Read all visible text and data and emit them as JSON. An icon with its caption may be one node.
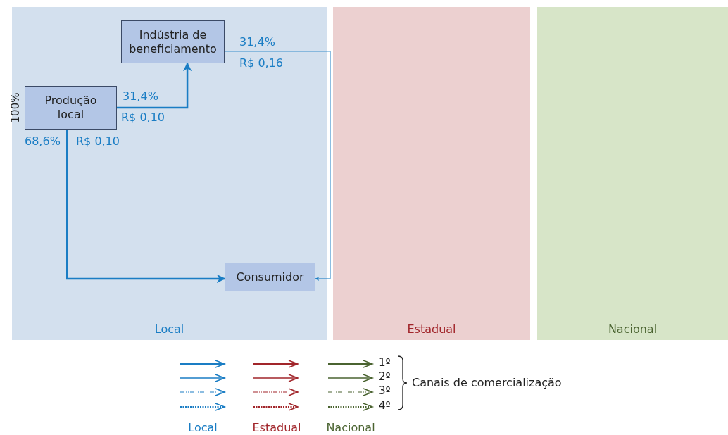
{
  "diagram": {
    "nodes": [
      {
        "text": [
          "Local"
        ]
      },
      {
        "text": [
          "Estadual"
        ]
      },
      {
        "text": [
          "Nacional"
        ]
      },
      {
        "text": [
          "Produção local"
        ],
        "in": 0,
        "beside": [
          "100%"
        ]
      },
      {
        "text": [
          "Indústria de beneficiamento"
        ],
        "in": 0
      },
      {
        "text": [
          "Consumidor"
        ],
        "in": 0
      }
    ],
    "edges": [
      {
        "from": 3,
        "to": 4,
        "arrow": "to"
      },
      {
        "from": 3,
        "to": 5,
        "arrow": "to"
      },
      {
        "from": 4,
        "to": 5,
        "arrow": "to"
      }
    ],
    "labels": [
      "31,4%",
      "R$ 0,16",
      "31,4%",
      "R$ 0,10",
      "68,6%",
      "R$ 0,10",
      "Local",
      "Estadual",
      "Nacional",
      "Canais de comercialização"
    ],
    "legend": [
      {
        "text": "1º"
      },
      {
        "text": "2º"
      },
      {
        "text": "3º"
      },
      {
        "text": "4º"
      }
    ]
  }
}
